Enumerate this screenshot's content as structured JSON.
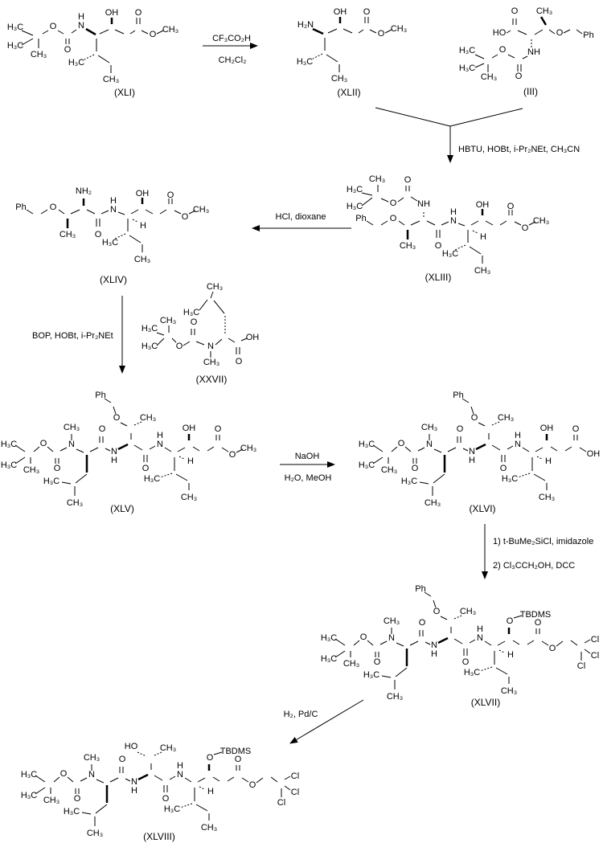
{
  "glyphs": {
    "h3c": "H₃C",
    "ch3": "CH₃",
    "o": "O",
    "n": "N",
    "h": "H",
    "oh": "OH",
    "ho": "HO",
    "nh": "NH",
    "nh2": "NH₂",
    "h2n": "H₂N",
    "ph": "Ph",
    "tbdms": "TBDMS",
    "cl": "Cl"
  },
  "compounds": {
    "xli": {
      "label": "(XLI)"
    },
    "xlii": {
      "label": "(XLII)"
    },
    "iii": {
      "label": "(III)"
    },
    "xliii": {
      "label": "(XLIII)"
    },
    "xliv": {
      "label": "(XLIV)"
    },
    "xxvii": {
      "label": "(XXVII)"
    },
    "xlv": {
      "label": "(XLV)"
    },
    "xlvi": {
      "label": "(XLVI)"
    },
    "xlvii": {
      "label": "(XLVII)"
    },
    "xlviii": {
      "label": "(XLVIII)"
    }
  },
  "arrows": {
    "step1": {
      "above": "CF₃CO₂H",
      "below": "CH₂Cl₂"
    },
    "step2": {
      "label": "HBTU, HOBt, i-Pr₂NEt, CH₃CN"
    },
    "step3": {
      "label": "HCl, dioxane"
    },
    "step4": {
      "label": "BOP, HOBt, i-Pr₂NEt"
    },
    "step5": {
      "above": "NaOH",
      "below": "H₂O, MeOH"
    },
    "step6": {
      "line1": "1) t-BuMe₂SiCl, imidazole",
      "line2": "2) Cl₃CCH₂OH, DCC"
    },
    "step7": {
      "label": "H₂, Pd/C"
    }
  }
}
